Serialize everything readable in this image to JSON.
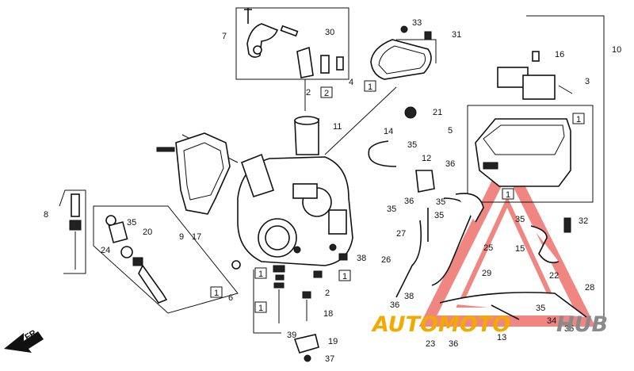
{
  "callouts": [
    {
      "id": "n7",
      "text": "7"
    },
    {
      "id": "n30",
      "text": "30"
    },
    {
      "id": "n33",
      "text": "33"
    },
    {
      "id": "n31",
      "text": "31"
    },
    {
      "id": "n10",
      "text": "10"
    },
    {
      "id": "n16",
      "text": "16"
    },
    {
      "id": "n3",
      "text": "3"
    },
    {
      "id": "n4",
      "text": "4"
    },
    {
      "id": "n2",
      "text": "2"
    },
    {
      "id": "n21",
      "text": "21"
    },
    {
      "id": "n11",
      "text": "11"
    },
    {
      "id": "n5",
      "text": "5"
    },
    {
      "id": "n14",
      "text": "14"
    },
    {
      "id": "n35a",
      "text": "35"
    },
    {
      "id": "n12",
      "text": "12"
    },
    {
      "id": "n36a",
      "text": "36"
    },
    {
      "id": "n35b",
      "text": "35"
    },
    {
      "id": "n36b",
      "text": "36"
    },
    {
      "id": "n35c",
      "text": "35"
    },
    {
      "id": "n35d",
      "text": "35"
    },
    {
      "id": "n32",
      "text": "32"
    },
    {
      "id": "n35e",
      "text": "35"
    },
    {
      "id": "n8",
      "text": "8"
    },
    {
      "id": "n35f",
      "text": "35"
    },
    {
      "id": "n20",
      "text": "20"
    },
    {
      "id": "n9",
      "text": "9"
    },
    {
      "id": "n17",
      "text": "17"
    },
    {
      "id": "n24",
      "text": "24"
    },
    {
      "id": "n27",
      "text": "27"
    },
    {
      "id": "n25",
      "text": "25"
    },
    {
      "id": "n15",
      "text": "15"
    },
    {
      "id": "n26",
      "text": "26"
    },
    {
      "id": "n38a",
      "text": "38"
    },
    {
      "id": "n29",
      "text": "29"
    },
    {
      "id": "n22",
      "text": "22"
    },
    {
      "id": "n28",
      "text": "28"
    },
    {
      "id": "n6",
      "text": "6"
    },
    {
      "id": "n2b",
      "text": "2"
    },
    {
      "id": "n18",
      "text": "18"
    },
    {
      "id": "n38b",
      "text": "38"
    },
    {
      "id": "n36c",
      "text": "36"
    },
    {
      "id": "n35g",
      "text": "35"
    },
    {
      "id": "n34",
      "text": "34"
    },
    {
      "id": "n35h",
      "text": "35"
    },
    {
      "id": "n39",
      "text": "39"
    },
    {
      "id": "n19",
      "text": "19"
    },
    {
      "id": "n23",
      "text": "23"
    },
    {
      "id": "n36d",
      "text": "36"
    },
    {
      "id": "n13",
      "text": "13"
    },
    {
      "id": "n37",
      "text": "37"
    }
  ],
  "boxed_refs": [
    {
      "id": "b1",
      "text": "2"
    },
    {
      "id": "b2",
      "text": "1"
    },
    {
      "id": "b3",
      "text": "1"
    },
    {
      "id": "b4",
      "text": "1"
    },
    {
      "id": "b5",
      "text": "1"
    },
    {
      "id": "b6",
      "text": "1"
    },
    {
      "id": "b7",
      "text": "1"
    },
    {
      "id": "b8",
      "text": "1"
    }
  ],
  "direction_label": "FR.",
  "watermark": {
    "part1": "AUTOMOTO",
    "part2": "HUB",
    "color1": "#f2a900",
    "color2": "#8a8a8a",
    "logo_color": "#e2241b"
  }
}
